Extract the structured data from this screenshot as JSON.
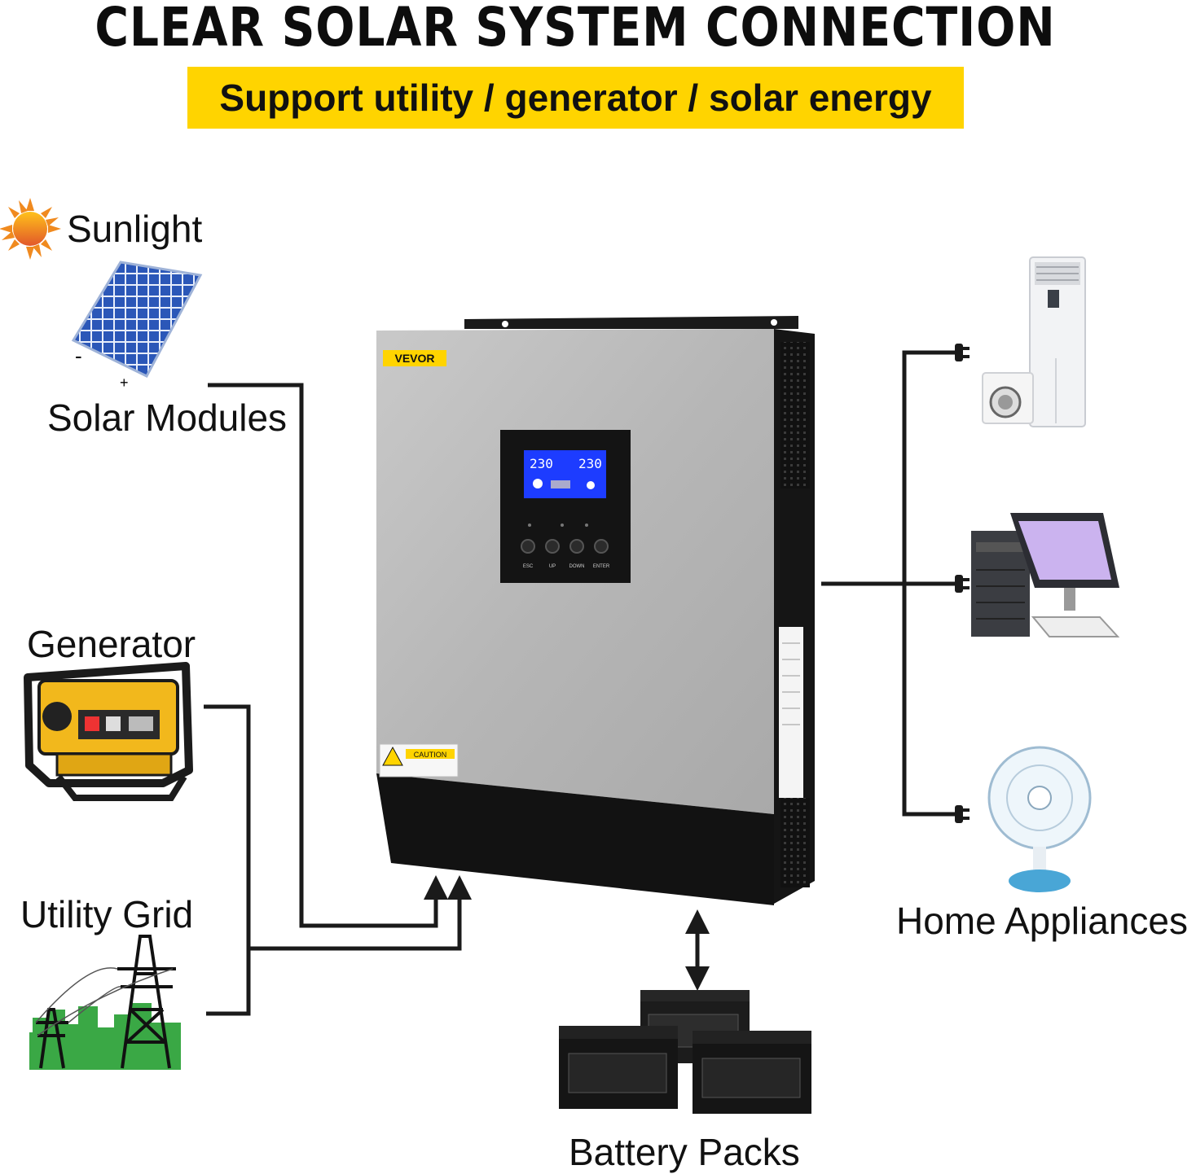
{
  "header": {
    "title": "CLEAR SOLAR SYSTEM CONNECTION",
    "subtitle": "Support utility / generator / solar energy"
  },
  "sources": {
    "sunlight": "Sunlight",
    "solar_modules": "Solar Modules",
    "generator": "Generator",
    "utility_grid": "Utility Grid"
  },
  "outputs": {
    "home_appliances": "Home Appliances",
    "battery_packs": "Battery Packs"
  },
  "inverter": {
    "brand": "VEVOR",
    "lcd_left": "230",
    "lcd_right": "230",
    "caution": "CAUTION",
    "buttons": [
      "ESC",
      "UP",
      "DOWN",
      "ENTER"
    ]
  },
  "solar_panel_polarity": {
    "negative": "-",
    "positive": "+"
  },
  "colors": {
    "accent_yellow": "#ffd400",
    "wire": "#1a1a1a",
    "lcd_blue": "#1d3cff",
    "grass_green": "#3aa845"
  }
}
